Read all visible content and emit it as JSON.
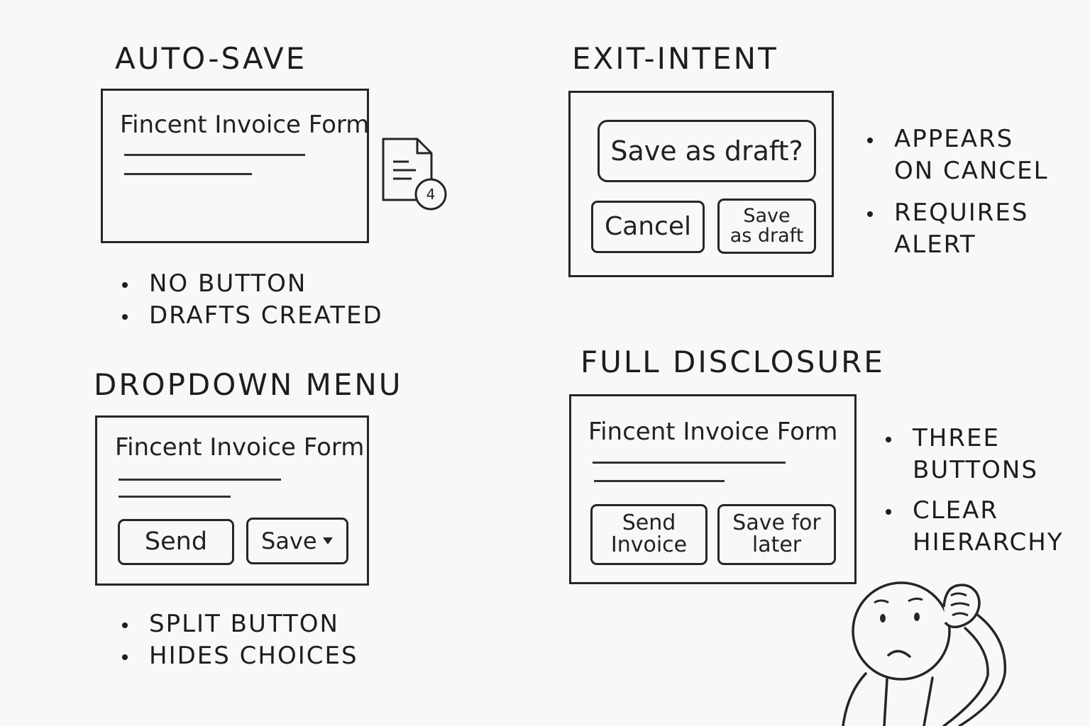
{
  "sections": {
    "auto_save": {
      "title": "AUTO-SAVE",
      "form_title": "Fincent Invoice Form",
      "badge_count": "4",
      "bullets": [
        "NO BUTTON",
        "DRAFTS CREATED"
      ]
    },
    "exit_intent": {
      "title": "EXIT-INTENT",
      "prompt": "Save as draft?",
      "cancel_button": "Cancel",
      "save_draft_button": "Save\nas draft",
      "bullets": [
        [
          "APPEARS",
          "ON CANCEL"
        ],
        [
          "REQUIRES",
          "ALERT"
        ]
      ]
    },
    "dropdown_menu": {
      "title": "DROPDOWN MENU",
      "form_title": "Fincent Invoice Form",
      "send_button": "Send",
      "save_button": "Save",
      "bullets": [
        "SPLIT BUTTON",
        "HIDES CHOICES"
      ]
    },
    "full_disclosure": {
      "title": "FULL DISCLOSURE",
      "form_title": "Fincent Invoice Form",
      "send_invoice_button": "Send\nInvoice",
      "save_later_button": "Save for\nlater",
      "bullets": [
        [
          "THREE",
          "BUTTONS"
        ],
        [
          "CLEAR",
          "HIERARCHY"
        ]
      ]
    }
  }
}
